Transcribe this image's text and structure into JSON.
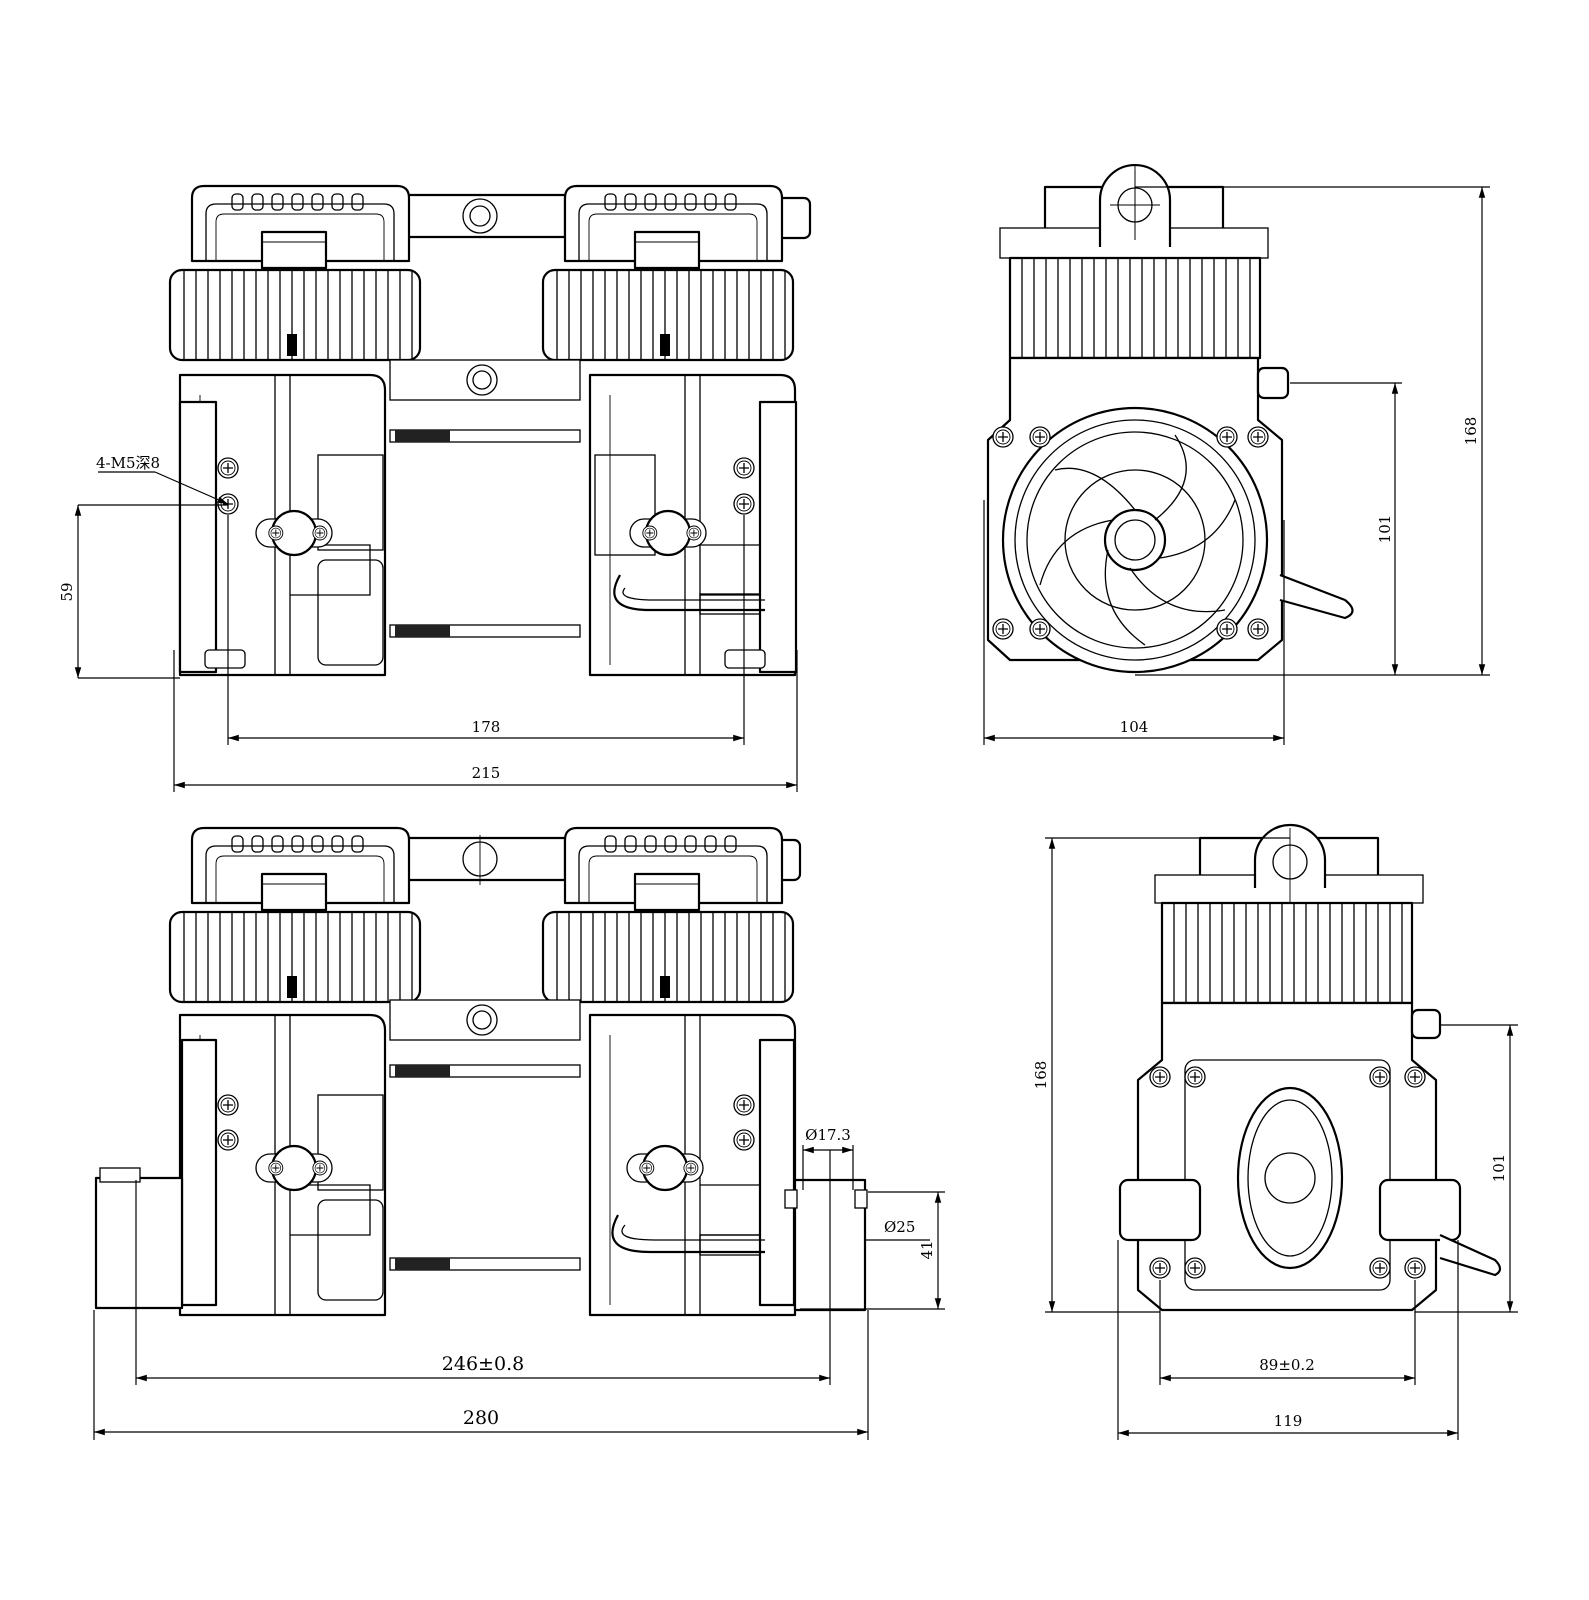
{
  "dimensions": {
    "front_top": {
      "mounting_hole_callout": "4-M5深8",
      "hole_height": "59",
      "hole_spacing": "178",
      "overall_width": "215"
    },
    "side_top": {
      "width": "104",
      "outlet_height": "101",
      "overall_height": "168"
    },
    "front_bottom": {
      "port_diameter": "Ø17.3",
      "port_inner_diameter": "Ø25",
      "port_height": "41",
      "base_span": "246±0.8",
      "overall_length": "280"
    },
    "side_bottom": {
      "overall_height": "168",
      "outlet_height": "101",
      "foot_spacing": "89±0.2",
      "overall_width": "119"
    }
  }
}
